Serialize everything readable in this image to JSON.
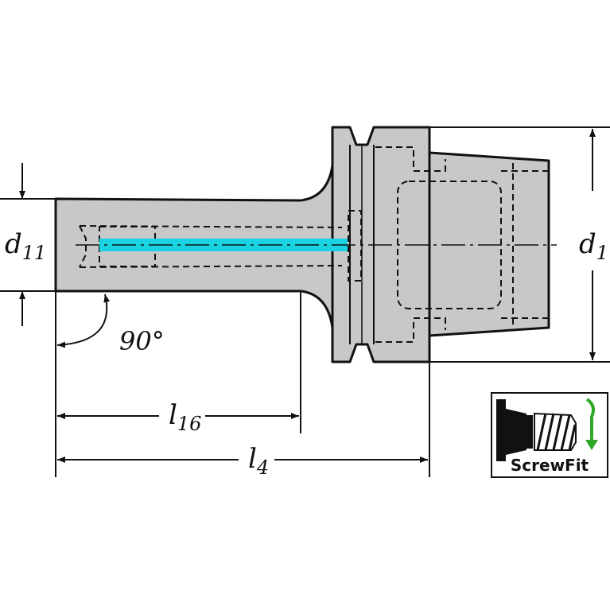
{
  "labels": {
    "d11_main": "d",
    "d11_sub": "11",
    "d1_main": "d",
    "d1_sub": "1",
    "angle": "90°",
    "l16_main": "l",
    "l16_sub": "16",
    "l4_main": "l",
    "l4_sub": "4"
  },
  "logo": {
    "text": "ScrewFit"
  },
  "colors": {
    "body_fill": "#c8c8c8",
    "coolant": "#19d3e3",
    "outline": "#111111",
    "arrow_green": "#2fa82a"
  }
}
